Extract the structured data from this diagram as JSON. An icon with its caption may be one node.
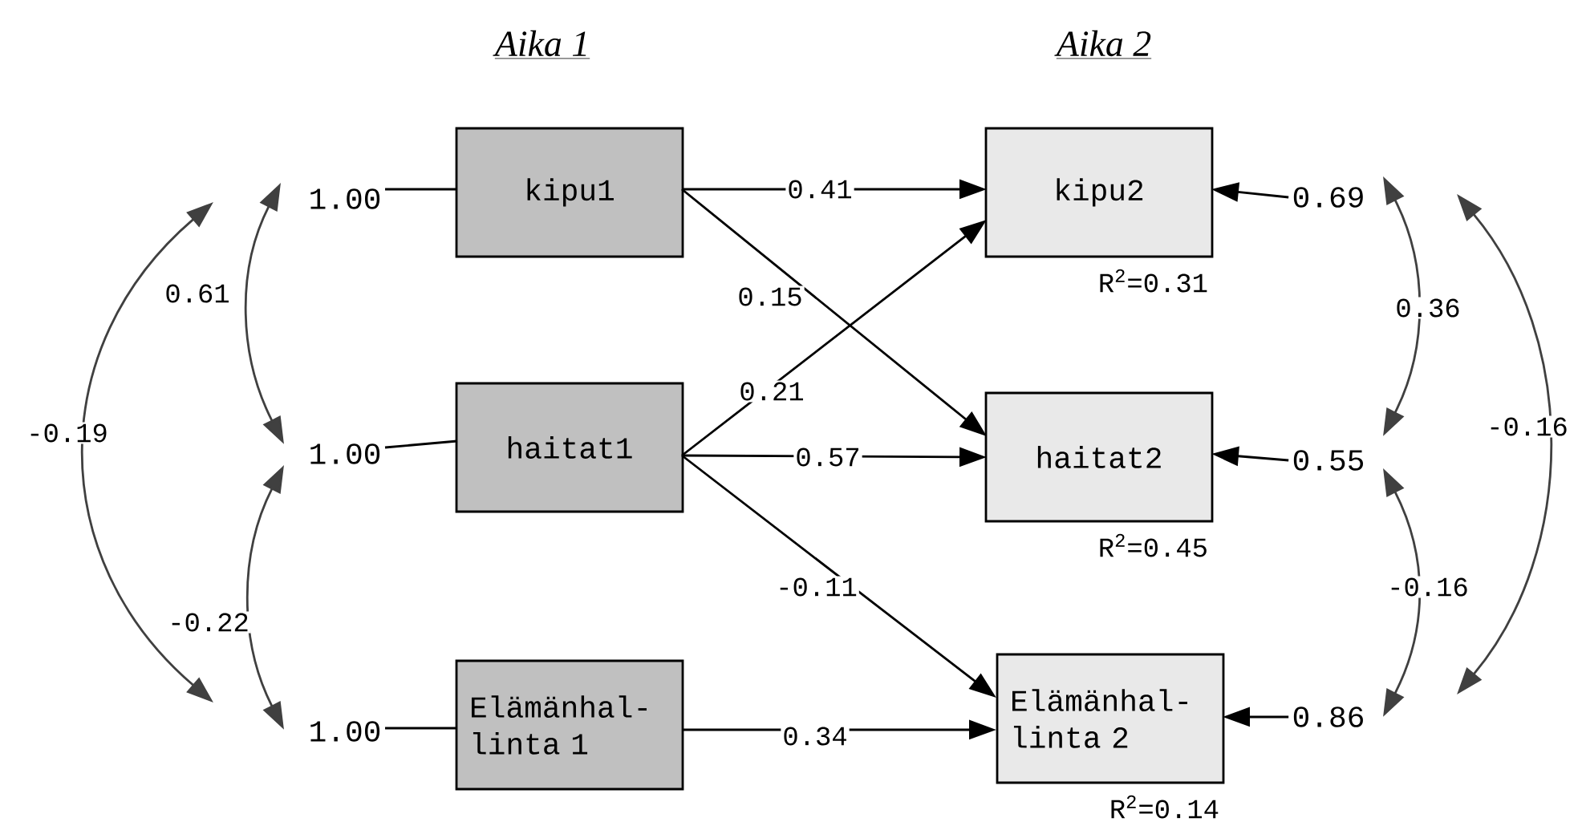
{
  "diagram": {
    "nodes": [
      {
        "text": [
          "1.00"
        ]
      },
      {
        "text": [
          "kipu1"
        ]
      },
      {
        "text": [
          "kipu2"
        ],
        "beside": [
          "R$^{2}$=0.31"
        ]
      },
      {
        "text": [
          "0.69"
        ]
      },
      {
        "text": [
          "1.00"
        ]
      },
      {
        "text": [
          "haitat1"
        ]
      },
      {
        "text": [
          "haitat2"
        ],
        "beside": [
          "R$^{2}$=0.45"
        ]
      },
      {
        "text": [
          "0.55"
        ]
      },
      {
        "text": [
          "1.00"
        ]
      },
      {
        "text": [
          "Elämänhal- linta 1"
        ]
      },
      {
        "text": [
          "Elämänhal- linta 2"
        ],
        "beside": [
          "R$^{2}$=0.14"
        ]
      },
      {
        "text": [
          "0.86"
        ]
      }
    ],
    "edges": [
      {
        "from": 0,
        "to": 1,
        "arrow": "none"
      },
      {
        "from": 4,
        "to": 5,
        "arrow": "none"
      },
      {
        "from": 8,
        "to": 9,
        "arrow": "none"
      },
      {
        "from": 1,
        "to": 2,
        "arrow": "to",
        "label": "0.41"
      },
      {
        "from": 1,
        "to": 6,
        "arrow": "to",
        "label": "0.15"
      },
      {
        "from": 5,
        "to": 2,
        "arrow": "to",
        "label": "0.21"
      },
      {
        "from": 5,
        "to": 6,
        "arrow": "to",
        "label": "0.57"
      },
      {
        "from": 5,
        "to": 10,
        "arrow": "to",
        "label": "-0.11"
      },
      {
        "from": 9,
        "to": 10,
        "arrow": "to",
        "label": "0.34"
      },
      {
        "from": 3,
        "to": 2,
        "arrow": "to"
      },
      {
        "from": 7,
        "to": 6,
        "arrow": "to"
      },
      {
        "from": 11,
        "to": 10,
        "arrow": "to"
      },
      {
        "from": 0,
        "to": 4,
        "arrow": "both",
        "label": "0.61",
        "color": "#404040"
      },
      {
        "from": 4,
        "to": 8,
        "arrow": "both",
        "label": "-0.22",
        "color": "#404040"
      },
      {
        "from": 0,
        "to": 8,
        "arrow": "both",
        "label": "-0.19",
        "color": "#404040"
      },
      {
        "from": 3,
        "to": 7,
        "arrow": "both",
        "label": "0.36",
        "color": "#404040"
      },
      {
        "from": 7,
        "to": 11,
        "arrow": "both",
        "label": "-0.16",
        "color": "#404040"
      },
      {
        "from": 3,
        "to": 11,
        "arrow": "both",
        "label": "-0.16",
        "color": "#404040"
      }
    ],
    "labels": [
      "Aika 1",
      "Aika 2"
    ]
  }
}
